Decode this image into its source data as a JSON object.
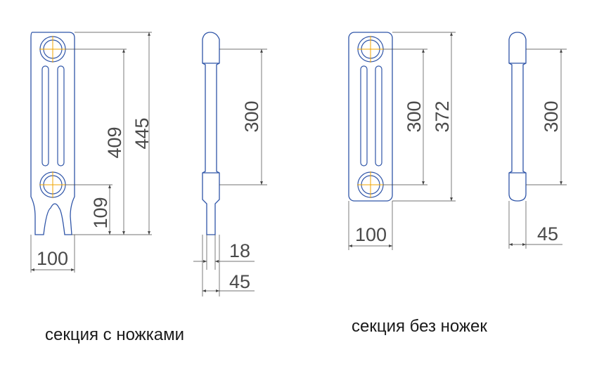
{
  "captions": {
    "with_legs": "секция с ножками",
    "without_legs": "секция без ножек"
  },
  "left_section": {
    "front_height_total": "445",
    "front_height_centers": "409",
    "front_height_bottom": "109",
    "front_width": "100",
    "side_centers": "300",
    "side_leg_width": "18",
    "side_width": "45"
  },
  "right_section": {
    "front_height_total": "372",
    "front_height_centers": "300",
    "front_width": "100",
    "side_centers": "300",
    "side_width": "45"
  },
  "colors": {
    "outline": "#2f55a8",
    "dimension": "#444444",
    "port_cross": "#f0a400"
  }
}
